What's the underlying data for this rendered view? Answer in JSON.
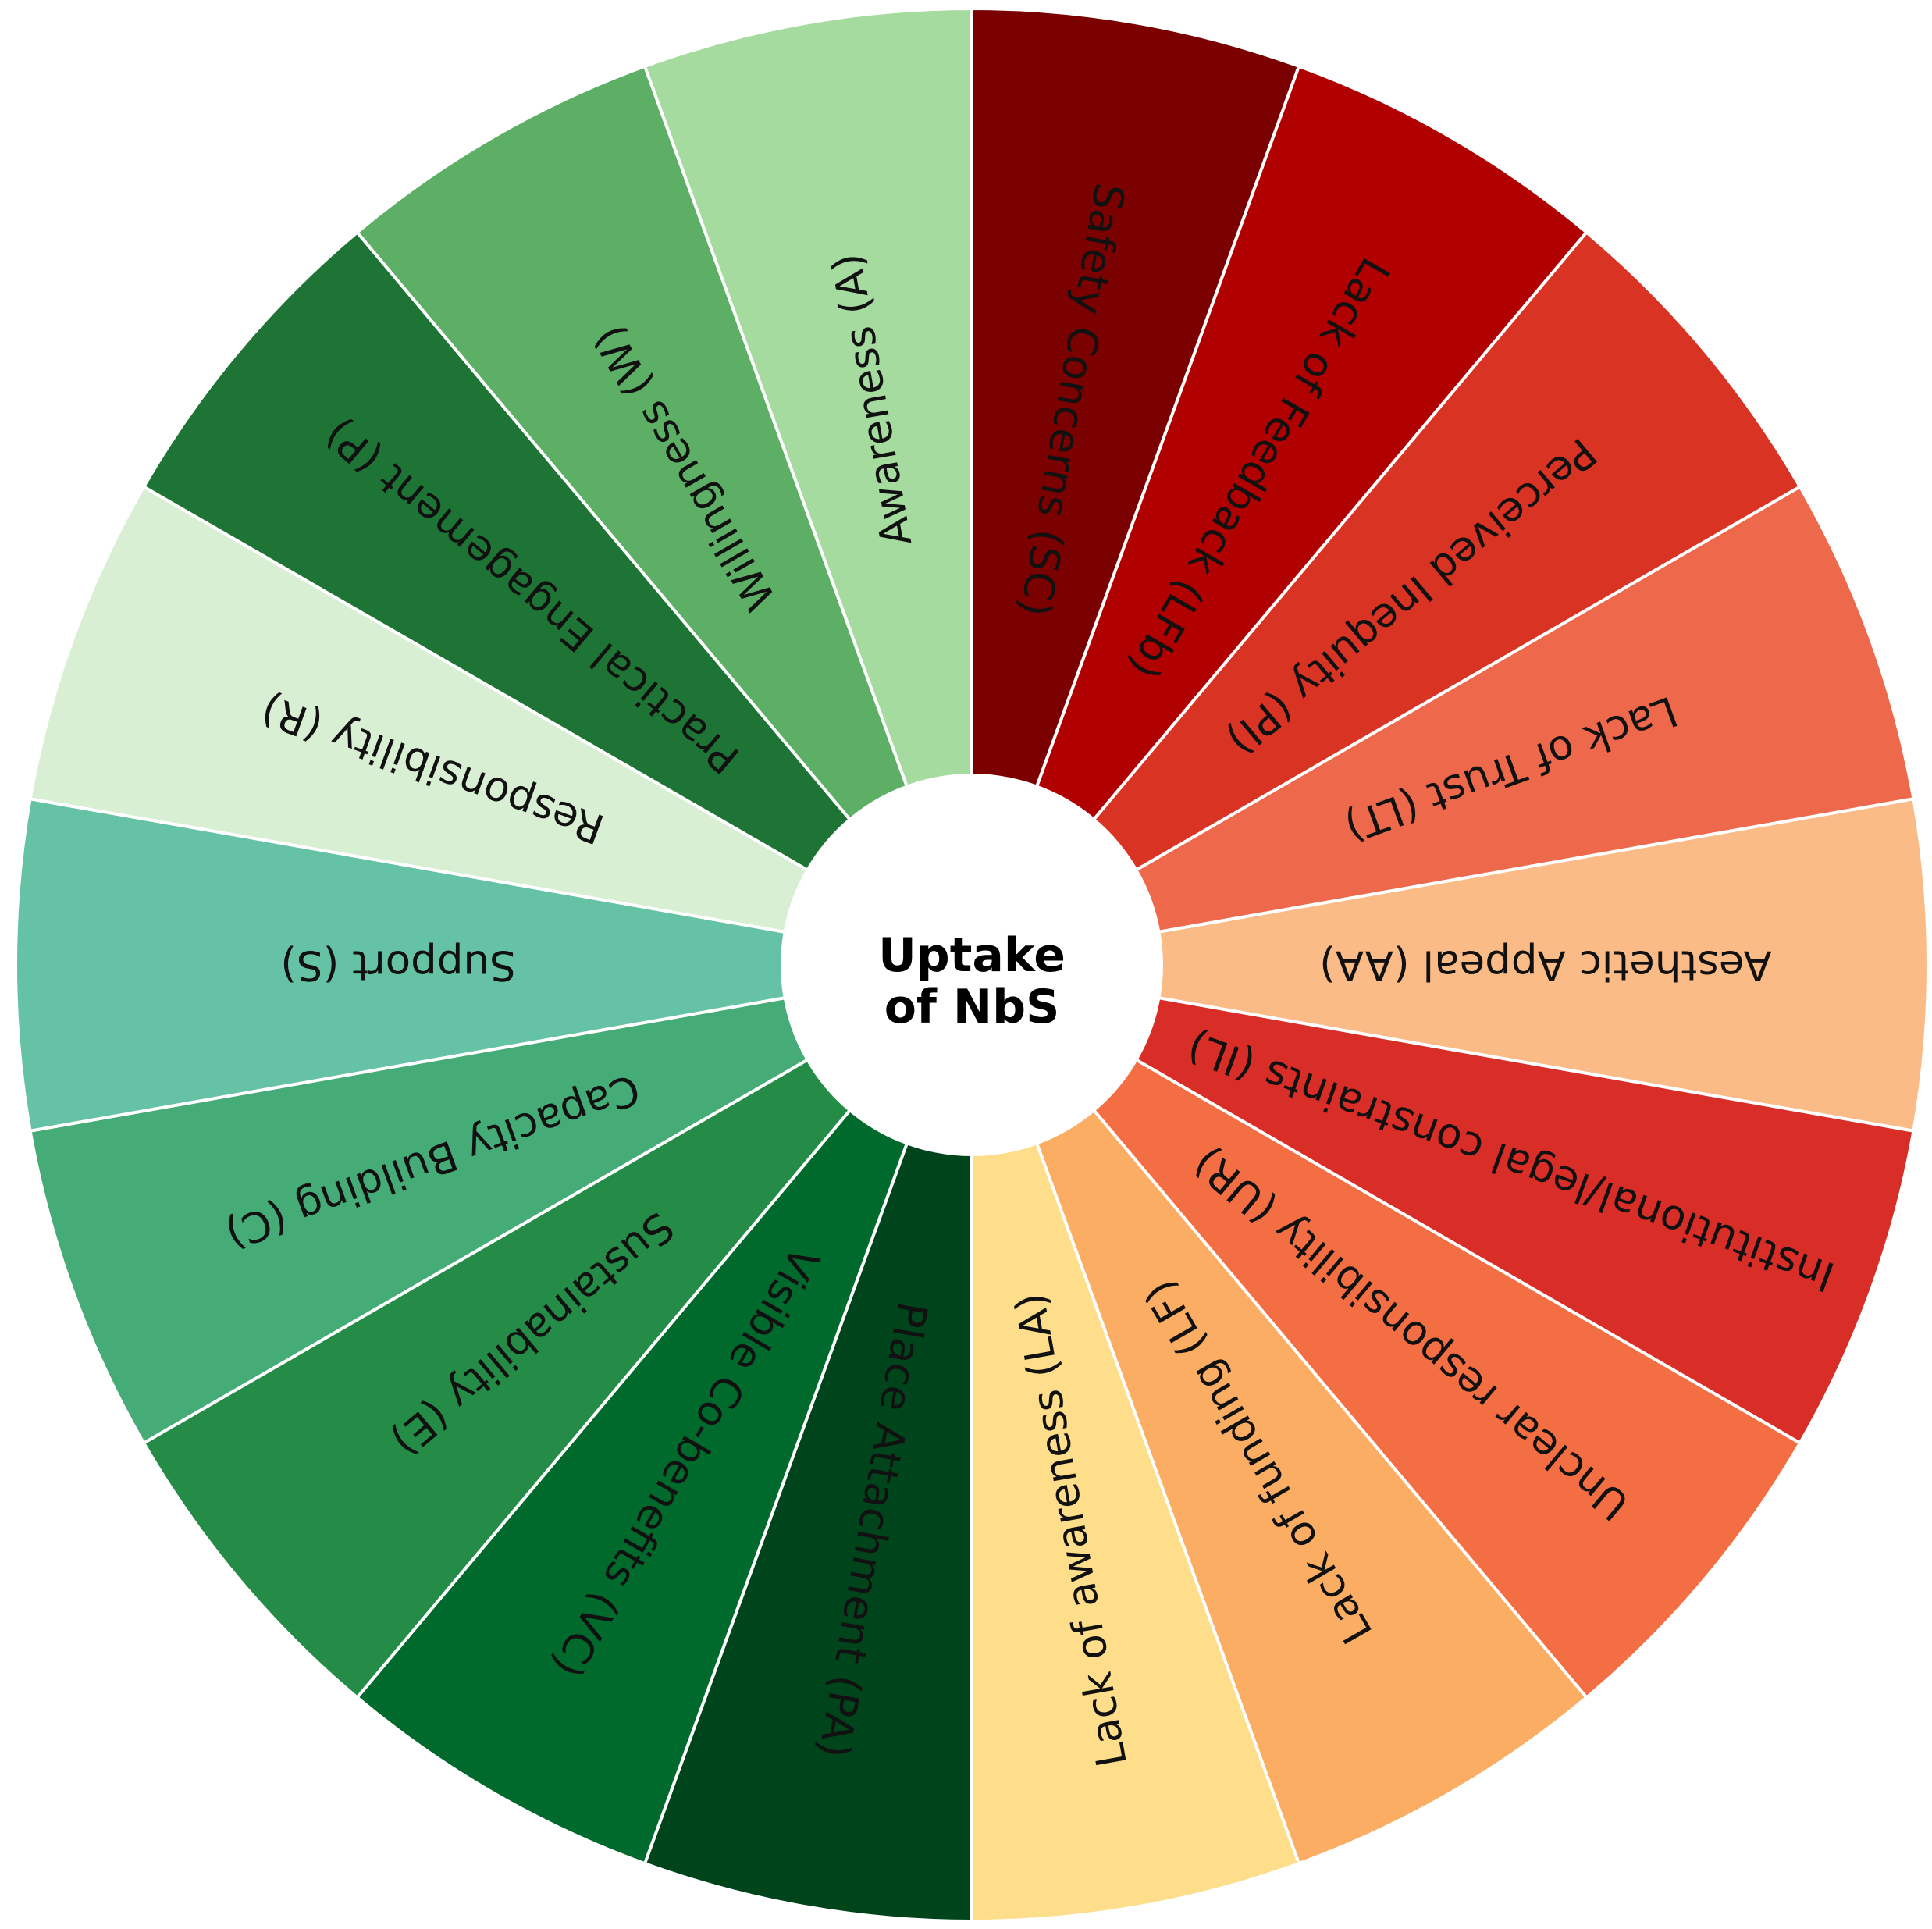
{
  "center": {
    "line1": "Uptake",
    "line2": "of NbS"
  },
  "segments": [
    {
      "label": "Safety Concerns (SC)",
      "color": "#7b0000"
    },
    {
      "label": "Lack of Feedback (LFb)",
      "color": "#b00000"
    },
    {
      "label": "Perceived Inequity (PI)",
      "color": "#d93323"
    },
    {
      "label": "Lack of Trust (LT)",
      "color": "#ee694b"
    },
    {
      "label": "Aesthetic Appeal (AA)",
      "color": "#fbbb86"
    },
    {
      "label": "Institutional/legal constraints (IL)",
      "color": "#d92e27"
    },
    {
      "label": "Unclear responsibility (UR)",
      "color": "#f46e44"
    },
    {
      "label": "Lack of funding (LF)",
      "color": "#fbad63"
    },
    {
      "label": "Lack of awareness (LA)",
      "color": "#fedd8b"
    },
    {
      "label": "Place Attachment (PA)",
      "color": "#00441b"
    },
    {
      "label": "Visible Co-benefits (VC)",
      "color": "#006a2d"
    },
    {
      "label": "Sustainability (E)",
      "color": "#258c47"
    },
    {
      "label": "Capacity Building (C)",
      "color": "#45ac77"
    },
    {
      "label": "Support (S)",
      "color": "#66c2a4"
    },
    {
      "label": "Responsibility (R)",
      "color": "#d9efd3"
    },
    {
      "label": "Practical Engagement (P)",
      "color": "#1e7435"
    },
    {
      "label": "Willingness (W)",
      "color": "#5daf65"
    },
    {
      "label": "Awareness (A)",
      "color": "#a6dba0"
    }
  ]
}
